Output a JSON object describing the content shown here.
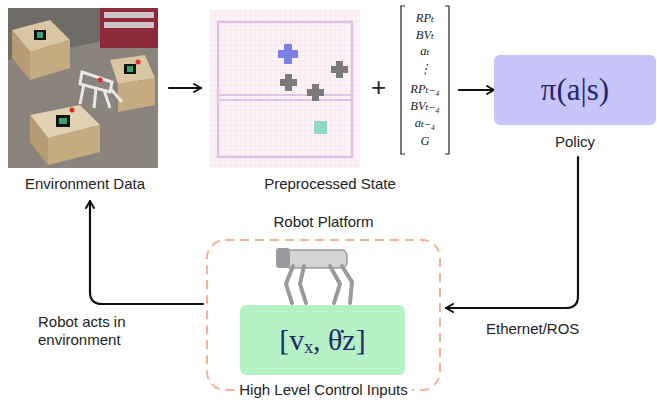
{
  "diagram": {
    "nodes": [
      {
        "text": [
          "Environment Data"
        ]
      },
      {
        "text": [
          "Preprocessed State"
        ]
      },
      {
        "text": [
          "π(a|s)",
          "Policy"
        ]
      },
      {
        "text": [
          "Robot Platform",
          "High Level Control Inputs"
        ]
      },
      {
        "text": [
          "[vₓ, θ̇z]"
        ],
        "in": 3
      }
    ],
    "edges": [
      {
        "from": 0,
        "to": 1,
        "arrow": "to"
      },
      {
        "from": 1,
        "to": 2,
        "arrow": "to"
      },
      {
        "from": 2,
        "to": 3,
        "label": "Ethernet/ROS",
        "arrow": "to"
      },
      {
        "from": 3,
        "to": 0,
        "label": "Robot acts in environment",
        "arrow": "to"
      }
    ],
    "labels": [
      "+",
      "RPₜ",
      "BVₜ",
      "aₜ",
      "⋮",
      "RPₜ₋₄",
      "BVₜ₋₄",
      "aₜ₋₄",
      "G"
    ]
  }
}
